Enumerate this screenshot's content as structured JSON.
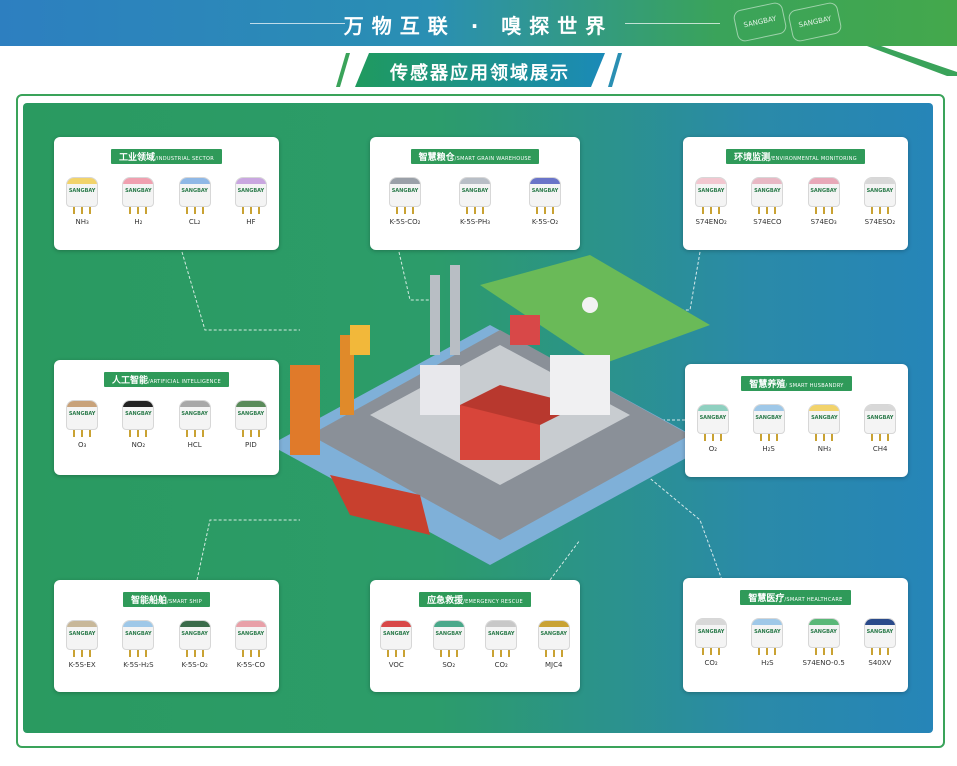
{
  "banner": {
    "slogan": "万物互联 · 嗅探世界",
    "logo_text": "SANGBAY"
  },
  "section_title": "传感器应用领域展示",
  "colors": {
    "green": "#3aa35a",
    "blue": "#2685b8",
    "card_tag": "#2f9a59"
  },
  "cards": {
    "industrial": {
      "title_cn": "工业领域",
      "title_en": "/INDUSTRIAL SECTOR",
      "sensors": [
        {
          "label": "NH₃",
          "cap": "#f2d36b"
        },
        {
          "label": "H₂",
          "cap": "#f0a0b0"
        },
        {
          "label": "CL₂",
          "cap": "#8fb8e6"
        },
        {
          "label": "HF",
          "cap": "#c9a7e0"
        }
      ]
    },
    "grain": {
      "title_cn": "智慧粮仓",
      "title_en": "/SMART GRAIN WAREHOUSE",
      "sensors": [
        {
          "label": "K-5S-CO₂",
          "cap": "#9aa0a8"
        },
        {
          "label": "K-5S-PH₃",
          "cap": "#b8bec6"
        },
        {
          "label": "K-5S-O₂",
          "cap": "#6a74c8"
        }
      ]
    },
    "environment": {
      "title_cn": "环境监测",
      "title_en": "/ENVIRONMENTAL MONITORING",
      "sensors": [
        {
          "label": "S74ENO₂",
          "cap": "#f2c7d0"
        },
        {
          "label": "S74ECO",
          "cap": "#e8b8c4"
        },
        {
          "label": "S74EO₃",
          "cap": "#e8a8b8"
        },
        {
          "label": "S74ESO₂",
          "cap": "#d8d8d8"
        }
      ]
    },
    "ai": {
      "title_cn": "人工智能",
      "title_en": "/ARTIFICIAL INTELLIGENCE",
      "sensors": [
        {
          "label": "O₃",
          "cap": "#c8a27a"
        },
        {
          "label": "NO₂",
          "cap": "#222222"
        },
        {
          "label": "HCL",
          "cap": "#a8a8a8"
        },
        {
          "label": "PID",
          "cap": "#5a8a5a"
        }
      ]
    },
    "husbandry": {
      "title_cn": "智慧养殖",
      "title_en": "/ SMART HUSBANDRY",
      "sensors": [
        {
          "label": "O₂",
          "cap": "#8fd0c0"
        },
        {
          "label": "H₂S",
          "cap": "#9fc8e8"
        },
        {
          "label": "NH₃",
          "cap": "#f2d36b"
        },
        {
          "label": "CH4",
          "cap": "#d8d8d8"
        }
      ]
    },
    "ship": {
      "title_cn": "智能船舶",
      "title_en": "/SMART SHIP",
      "sensors": [
        {
          "label": "K-5S-EX",
          "cap": "#c8b89a"
        },
        {
          "label": "K-5S-H₂S",
          "cap": "#9fc8e8"
        },
        {
          "label": "K-5S-O₂",
          "cap": "#3a6a4a"
        },
        {
          "label": "K-5S-CO",
          "cap": "#e8a0a8"
        }
      ]
    },
    "rescue": {
      "title_cn": "应急救援",
      "title_en": "/EMERGENCY RESCUE",
      "sensors": [
        {
          "label": "VOC",
          "cap": "#d84848"
        },
        {
          "label": "SO₂",
          "cap": "#4aa88a"
        },
        {
          "label": "CO₂",
          "cap": "#c8c8c8"
        },
        {
          "label": "MJC4",
          "cap": "#c9a233"
        }
      ]
    },
    "healthcare": {
      "title_cn": "智慧医疗",
      "title_en": "/SMART HEALTHCARE",
      "sensors": [
        {
          "label": "CO₂",
          "cap": "#d8d8d8"
        },
        {
          "label": "H₂S",
          "cap": "#9fc8e8"
        },
        {
          "label": "S74ENO-0.5",
          "cap": "#5ab878"
        },
        {
          "label": "S40XV",
          "cap": "#2a4a8a"
        }
      ]
    }
  }
}
